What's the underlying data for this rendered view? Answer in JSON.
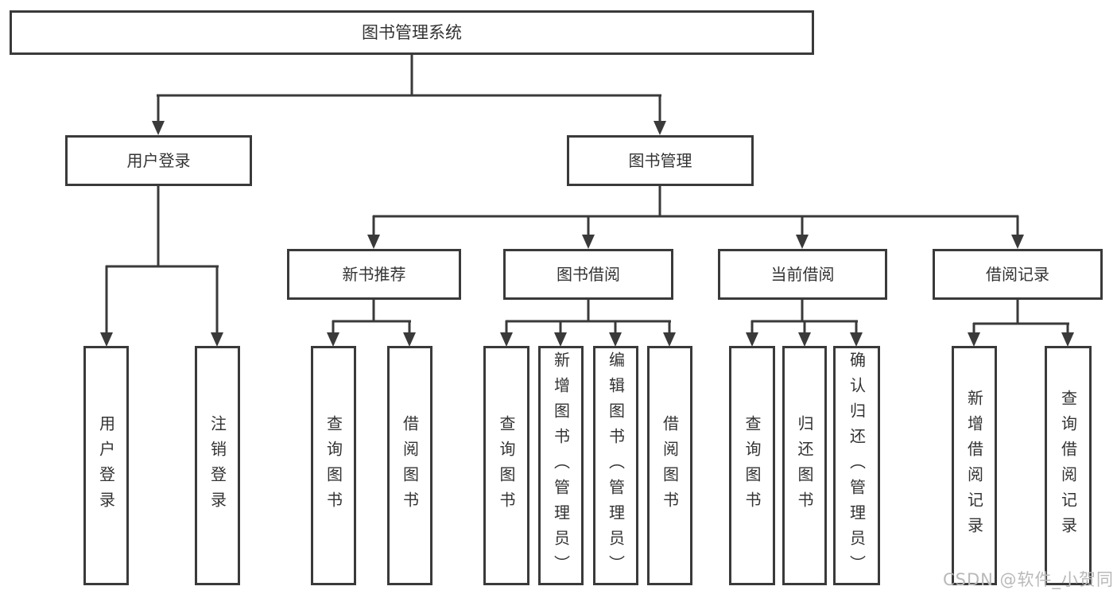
{
  "tree": {
    "root": "图书管理系统",
    "branches": {
      "user": "用户登录",
      "book": "图书管理"
    },
    "modules": {
      "new_book": "新书推荐",
      "borrow": "图书借阅",
      "current": "当前借阅",
      "records": "借阅记录"
    },
    "leaves": {
      "user": [
        "用户登录",
        "注销登录"
      ],
      "new_book": [
        "查询图书",
        "借阅图书"
      ],
      "borrow": [
        "查询图书",
        "新增图书（管理员）",
        "编辑图书（管理员）",
        "借阅图书"
      ],
      "current": [
        "查询图书",
        "归还图书",
        "确认归还（管理员）"
      ],
      "records": [
        "新增借阅记录",
        "查询借阅记录"
      ]
    }
  },
  "watermark": "CSDN @软件_小贺同学",
  "colors": {
    "line": "#3a3a3a",
    "text": "#333333",
    "watermark": "#b9b9b9",
    "bg": "#ffffff"
  }
}
